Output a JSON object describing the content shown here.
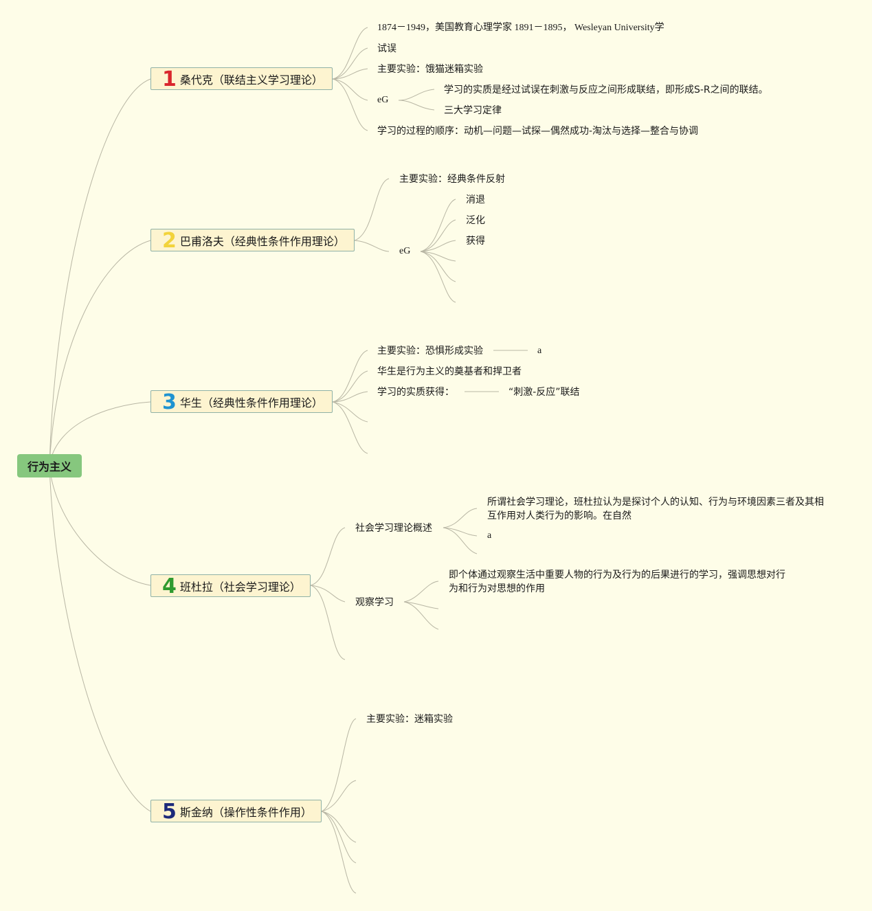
{
  "root": {
    "label": "行为主义"
  },
  "colors": {
    "n1": "#d9262c",
    "n2": "#f2d33b",
    "n3": "#1f93d1",
    "n4": "#2f9a2f",
    "n5": "#1d2a7a",
    "root_bg": "#86c77e",
    "branch_bg": "#fdf4d0",
    "page_bg": "#fefde8"
  },
  "branches": [
    {
      "num": "1",
      "label": "桑代克（联结主义学习理论）",
      "items": [
        "1874－1949，美国教育心理学家 1891－1895， Wesleyan University学",
        "试误",
        "主要实验：饿猫迷箱实验",
        "eG",
        "学习的过程的顺序：动机—问题—试探—偶然成功-淘汰与选择—整合与协调"
      ],
      "eg_items": [
        "学习的实质是经过试误在刺激与反应之间形成联结，即形成S-R之间的联结。",
        "三大学习定律"
      ]
    },
    {
      "num": "2",
      "label": "巴甫洛夫（经典性条件作用理论）",
      "items": [
        "主要实验：经典条件反射",
        "eG"
      ],
      "eg_items": [
        "消退",
        "泛化",
        "获得"
      ]
    },
    {
      "num": "3",
      "label": "华生（经典性条件作用理论）",
      "items": [
        "主要实验：恐惧形成实验",
        "华生是行为主义的奠基者和捍卫者",
        "学习的实质获得："
      ],
      "extra": {
        "a": "a",
        "link": "“刺激-反应”联结"
      }
    },
    {
      "num": "4",
      "label": "班杜拉（社会学习理论）",
      "items": [
        "社会学习理论概述",
        "观察学习"
      ],
      "sub1": [
        "所谓社会学习理论，班杜拉认为是探讨个人的认知、行为与环境因素三者及其相互作用对人类行为的影响。在自然",
        "a"
      ],
      "sub2": [
        "即个体通过观察生活中重要人物的行为及行为的后果进行的学习，强调思想对行为和行为对思想的作用"
      ]
    },
    {
      "num": "5",
      "label": "斯金纳（操作性条件作用）",
      "items": [
        "主要实验：迷箱实验"
      ]
    }
  ]
}
